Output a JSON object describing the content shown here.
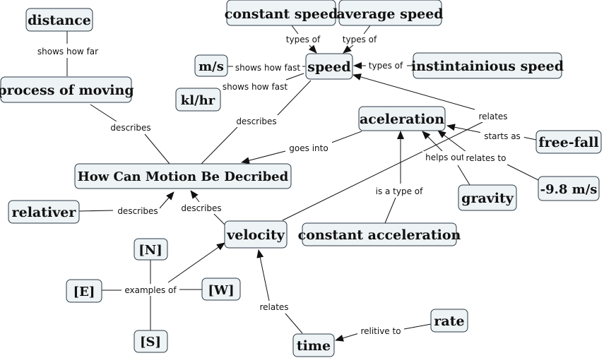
{
  "concepts": {
    "distance": "distance",
    "constant_speed": "constant speed",
    "average_speed": "average speed",
    "ms": "m/s",
    "speed": "speed",
    "instantaneous_speed": "instintainious speed",
    "klhr": "kl/hr",
    "process_of_moving": "process of moving",
    "aceleration": "aceleration",
    "free_fall": "free-fall",
    "how_can_motion": "How Can Motion Be Decribed",
    "neg_98": "-9.8 m/s",
    "gravity": "gravity",
    "relativer": "relativer",
    "velocity": "velocity",
    "constant_acceleration": "constant acceleration",
    "n": "[N]",
    "e": "[E]",
    "w": "[W]",
    "s": "[S]",
    "rate": "rate",
    "time": "time"
  },
  "links": {
    "shows_how_far": "shows how far",
    "types_of_1": "types of",
    "types_of_2": "types of",
    "types_of_3": "types of",
    "shows_how_fast_1": "shows how fast",
    "shows_how_fast_2": "shows how fast",
    "relates_1": "relates",
    "describes_1": "describes",
    "describes_2": "describes",
    "starts_as": "starts as",
    "goes_into": "goes into",
    "helps_out": "helps out",
    "relates_to": "relates to",
    "is_a_type_of": "is a type of",
    "describes_3": "describes",
    "describes_4": "describes",
    "examples_of": "examples of",
    "relates_2": "relates",
    "relitive_to": "relitive to"
  }
}
